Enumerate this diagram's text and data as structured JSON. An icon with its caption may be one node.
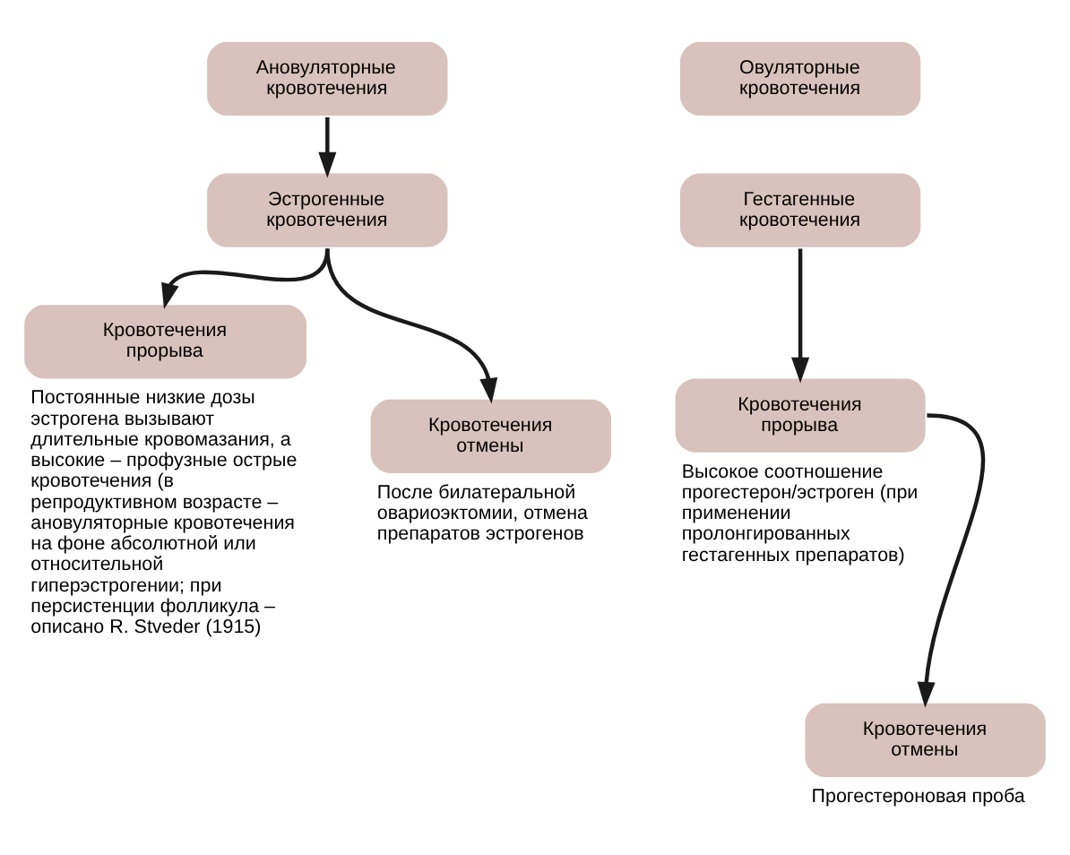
{
  "diagram": {
    "nodes": [
      {
        "text": [
          "Ановуляторные кровотечения"
        ]
      },
      {
        "text": [
          "Овуляторные кровотечения"
        ]
      },
      {
        "text": [
          "Эстрогенные кровотечения"
        ]
      },
      {
        "text": [
          "Гестагенные кровотечения"
        ]
      },
      {
        "text": [
          "Кровотечения прорыва"
        ],
        "beside": [
          "Постоянные низкие дозы эстрогена вызывают длительные кровомазания, а высокие – профузные острые кровотечения (в репродуктивном возрасте – ановуляторные кровотечения на фоне абсолютной или относительной гиперэстрогении; при персистенции фолликула – описано R. Stveder (1915)"
        ]
      },
      {
        "text": [
          "Кровотечения прорыва"
        ],
        "beside": [
          "Высокое соотношение прогестерон/эстроген (при применении пролонгированных гестагенных препаратов)"
        ]
      },
      {
        "text": [
          "Кровотечения отмены"
        ],
        "beside": [
          "После билатеральной овариоэктомии, отмена препаратов эстрогенов"
        ]
      },
      {
        "text": [
          "Кровотечения отмены"
        ],
        "beside": [
          "Прогестероновая проба"
        ]
      }
    ],
    "edges": [
      {
        "from": 0,
        "to": 2,
        "arrow": "to"
      },
      {
        "from": 2,
        "to": 4,
        "arrow": "to"
      },
      {
        "from": 2,
        "to": 6,
        "arrow": "to"
      },
      {
        "from": 3,
        "to": 5,
        "arrow": "to"
      },
      {
        "from": 5,
        "to": 7,
        "arrow": "to"
      }
    ]
  }
}
